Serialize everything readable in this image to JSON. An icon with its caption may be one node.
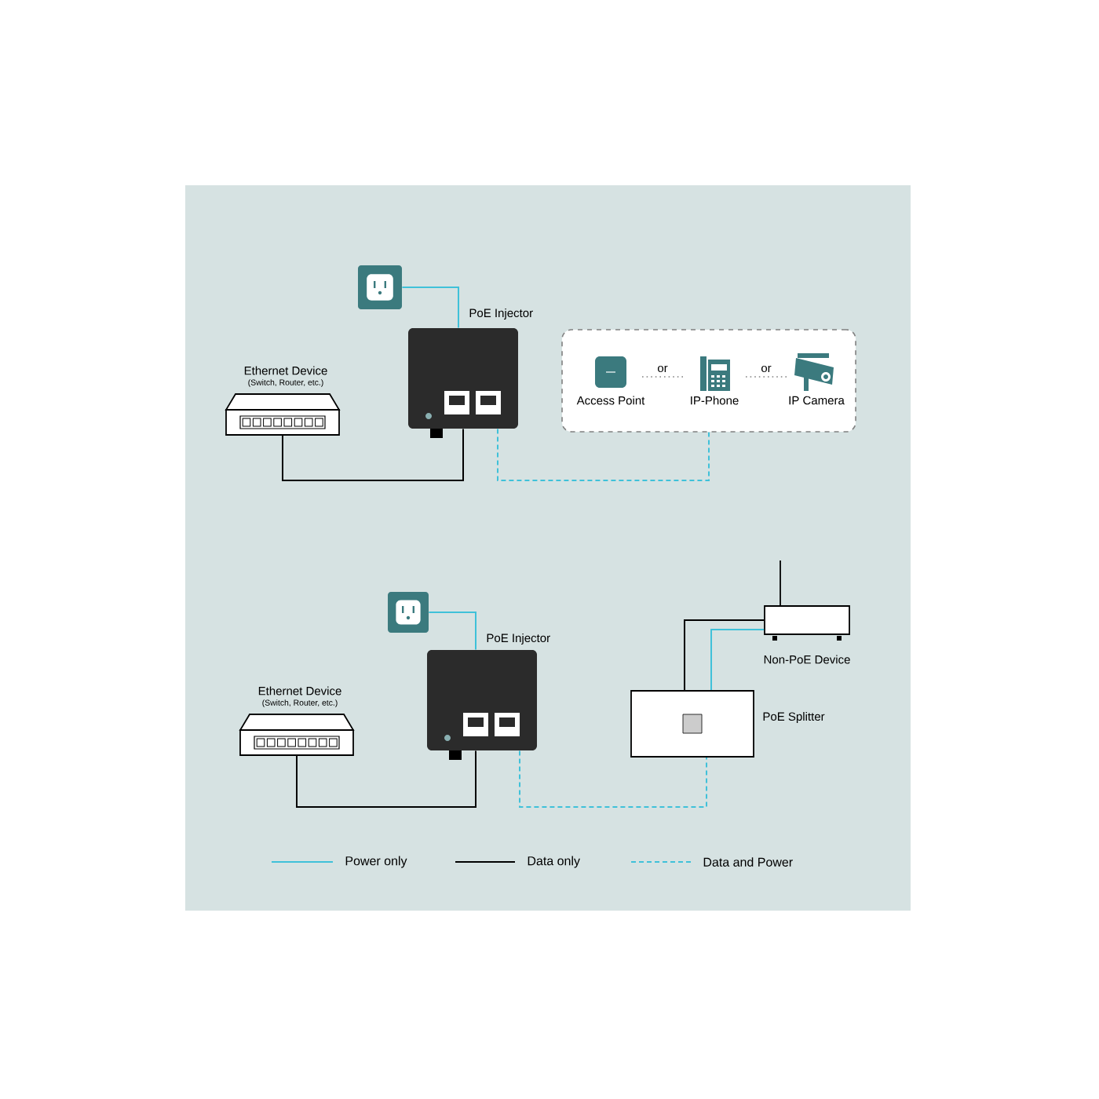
{
  "diagram": {
    "nodes": [
      {
        "text": [],
        "shape": "picture"
      },
      {
        "text": [
          "PoE Injector"
        ]
      },
      {
        "text": [
          "Ethernet Device",
          "(Switch, Router, etc.)"
        ]
      },
      {
        "text": [],
        "shape": "box"
      },
      {
        "text": [
          "Access Point"
        ],
        "in": 3
      },
      {
        "text": [
          "IP-Phone"
        ],
        "in": 3
      },
      {
        "text": [
          "IP Camera"
        ],
        "in": 3
      },
      {
        "text": [],
        "shape": "picture"
      },
      {
        "text": [
          "PoE Injector"
        ]
      },
      {
        "text": [
          "Ethernet Device",
          "(Switch, Router, etc.)"
        ]
      },
      {
        "text": [
          "Non-PoE Device"
        ]
      },
      {
        "text": [
          "PoE Splitter"
        ]
      }
    ],
    "edges": [
      {
        "from": 0,
        "to": 1,
        "arrow": "none",
        "color": "#3fc1d9"
      },
      {
        "from": 2,
        "to": 1,
        "arrow": "none",
        "color": "#000000"
      },
      {
        "from": 1,
        "to": 3,
        "arrow": "none",
        "style": "dashed",
        "color": "#3fc1d9"
      },
      {
        "from": 7,
        "to": 8,
        "arrow": "none",
        "color": "#3fc1d9"
      },
      {
        "from": 9,
        "to": 8,
        "arrow": "none",
        "color": "#000000"
      },
      {
        "from": 8,
        "to": 11,
        "arrow": "none",
        "style": "dashed",
        "color": "#3fc1d9"
      },
      {
        "from": 11,
        "to": 10,
        "arrow": "none",
        "color": "#000000"
      },
      {
        "from": 11,
        "to": 10,
        "arrow": "none",
        "color": "#3fc1d9"
      }
    ],
    "labels": [
      "or",
      "or"
    ],
    "legend": [
      {
        "text": "Power only"
      },
      {
        "text": "Data only"
      },
      {
        "text": "Data and Power"
      }
    ]
  }
}
